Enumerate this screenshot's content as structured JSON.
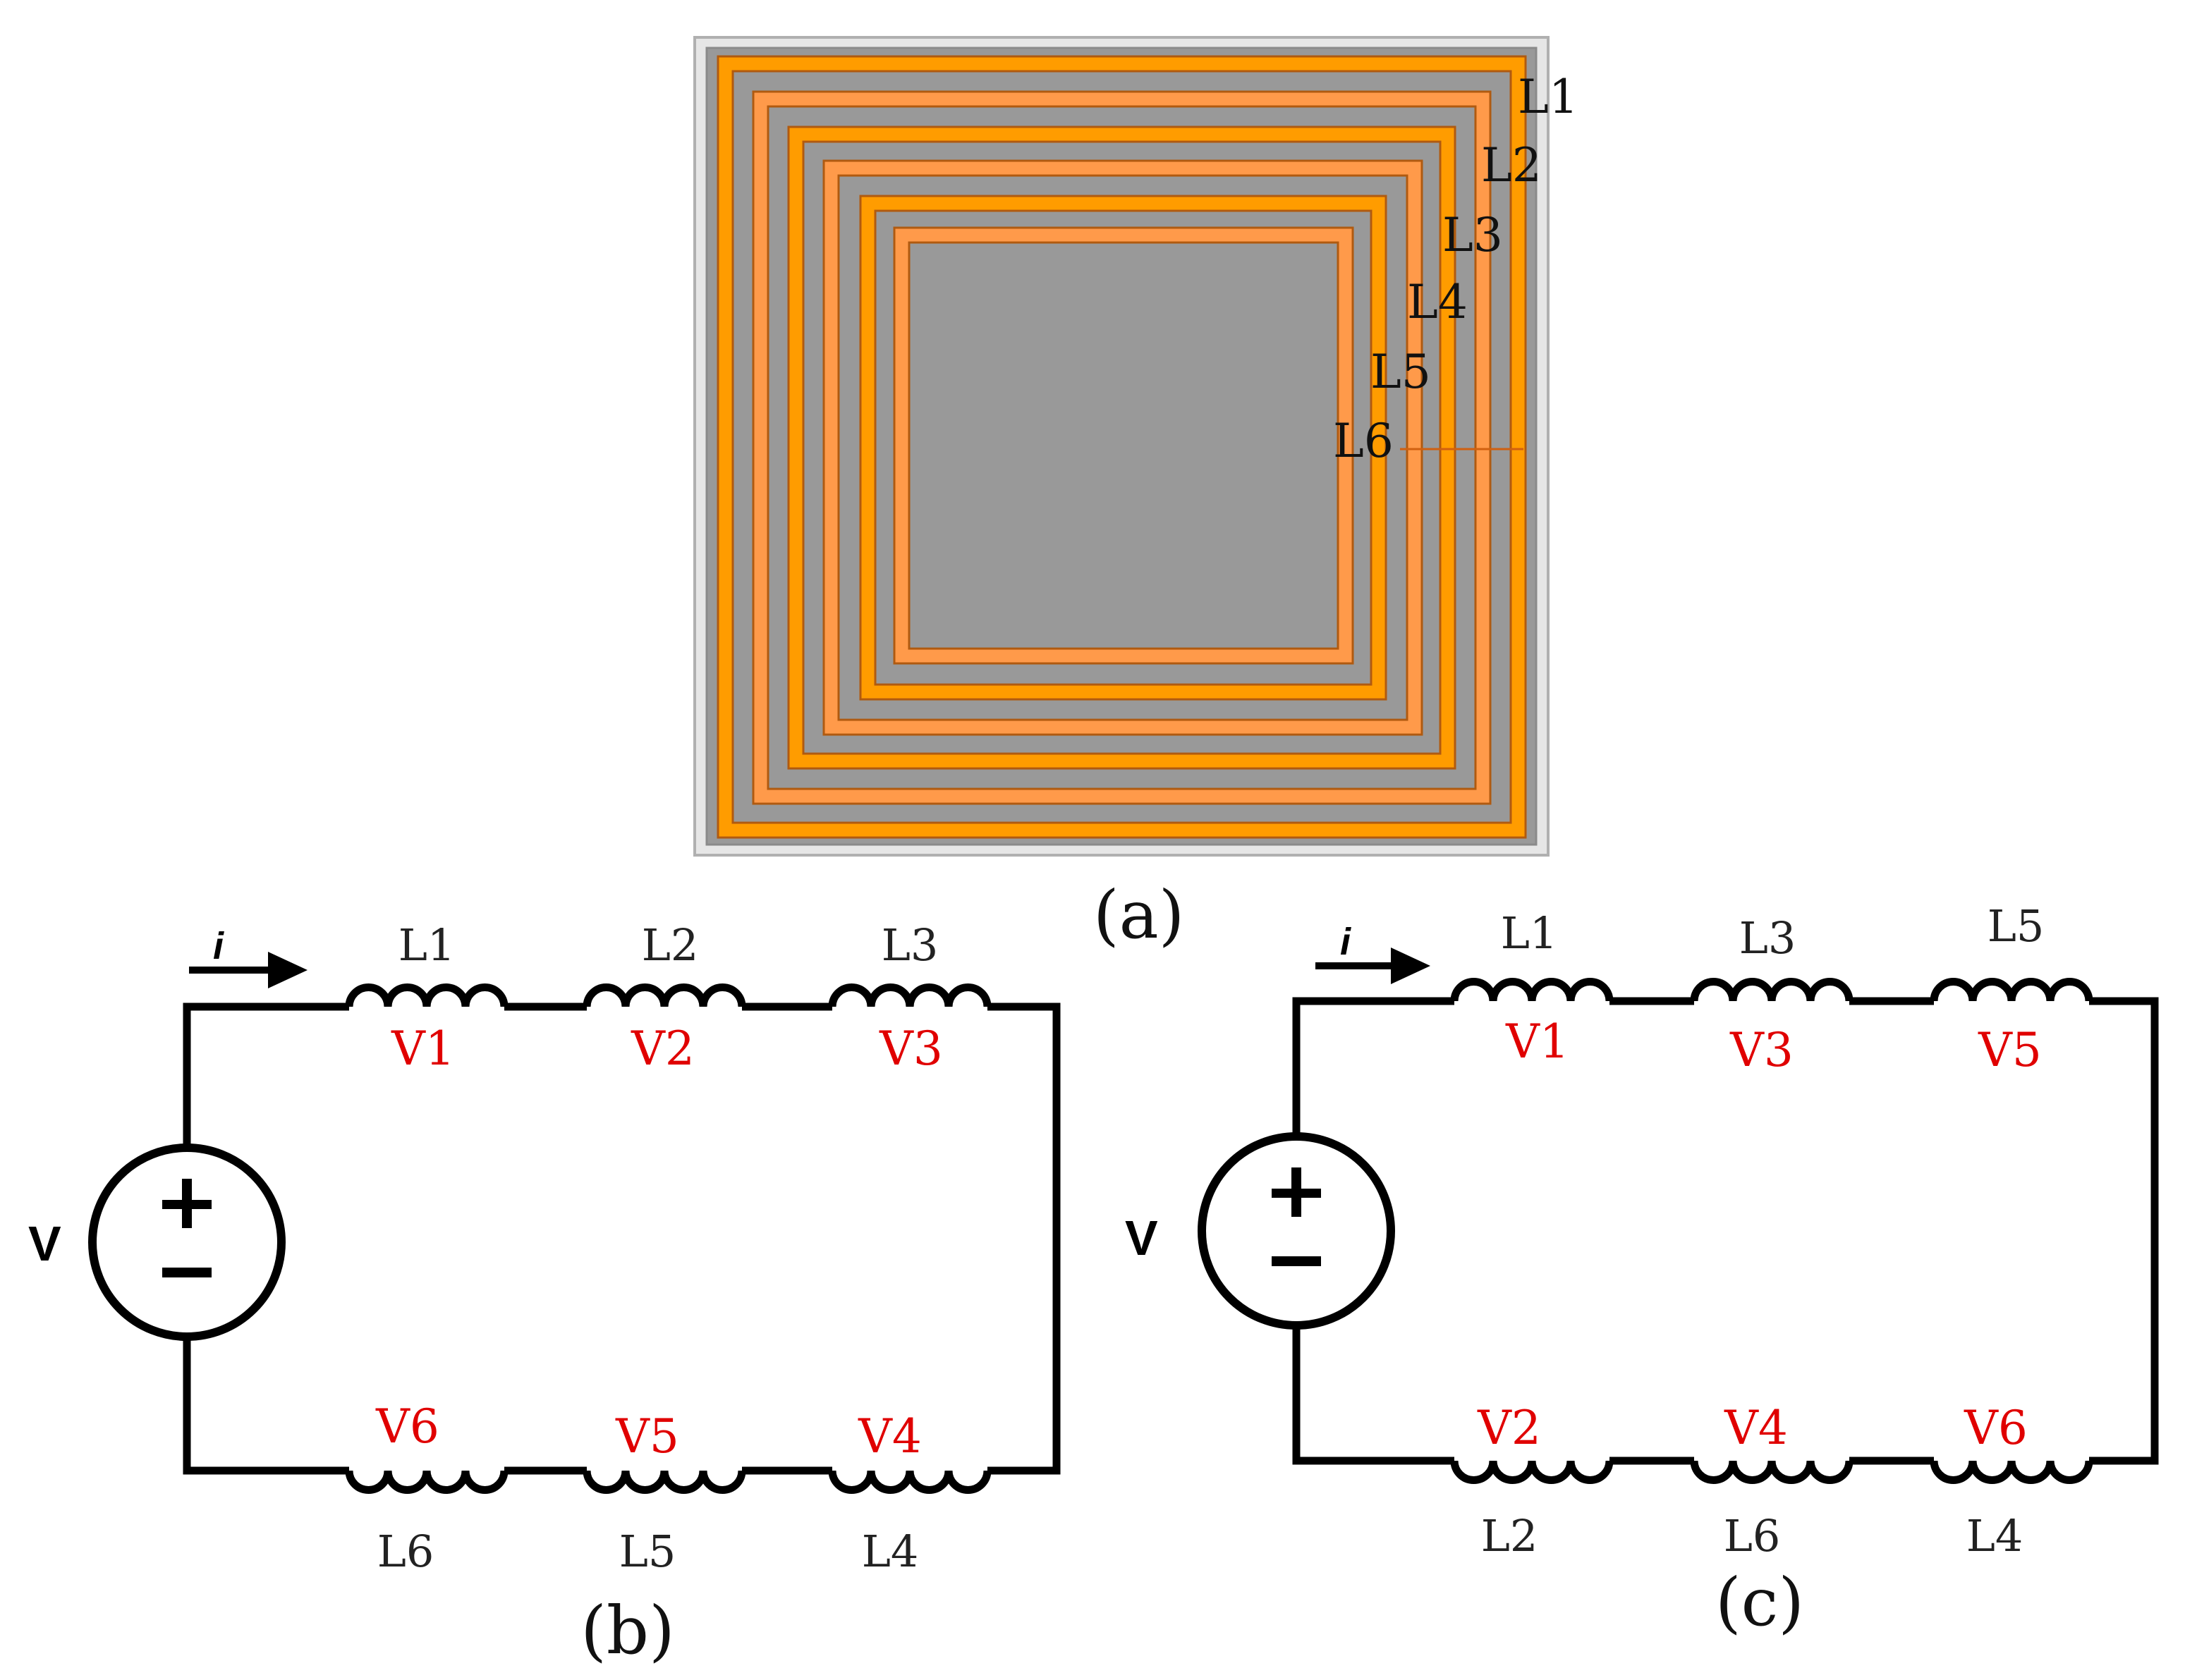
{
  "coil_panel": {
    "caption": "(a)",
    "labels": [
      "L1",
      "L2",
      "L3",
      "L4",
      "L5",
      "L6"
    ],
    "colors": {
      "frame": "#e6e6e6",
      "substrate": "#999999",
      "trace_dark": "#ff9c00",
      "trace_light": "#ff9a4a"
    }
  },
  "circuit_b": {
    "caption": "(b)",
    "source_label": "V",
    "current_label": "i",
    "top_inductors": [
      "L1",
      "L2",
      "L3"
    ],
    "top_voltages": [
      "V1",
      "V2",
      "V3"
    ],
    "bottom_voltages": [
      "V6",
      "V5",
      "V4"
    ],
    "bottom_inductors": [
      "L6",
      "L5",
      "L4"
    ]
  },
  "circuit_c": {
    "caption": "(c)",
    "source_label": "V",
    "current_label": "i",
    "top_inductors": [
      "L1",
      "L3",
      "L5"
    ],
    "top_voltages": [
      "V1",
      "V3",
      "V5"
    ],
    "bottom_voltages": [
      "V2",
      "V4",
      "V6"
    ],
    "bottom_inductors": [
      "L2",
      "L6",
      "L4"
    ]
  },
  "colors": {
    "voltage_label": "#e00000",
    "wire": "#000000"
  }
}
